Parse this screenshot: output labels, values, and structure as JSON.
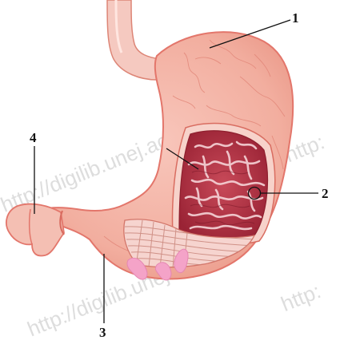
{
  "callouts": {
    "label_1": "1",
    "label_2": "2",
    "label_3": "3",
    "label_4": "4"
  },
  "watermarks": {
    "text_a": "http://digilib.unej.ac.id/",
    "text_b": "http://digilib.unej.ac.id/",
    "text_c": "http:"
  },
  "colors": {
    "stomach_outer": "#f2b3a6",
    "stomach_outline": "#e3766b",
    "mucosa": "#b93a49",
    "muscle_band": "#f6d4cf",
    "pyloric_accent": "#f4a3c8"
  }
}
